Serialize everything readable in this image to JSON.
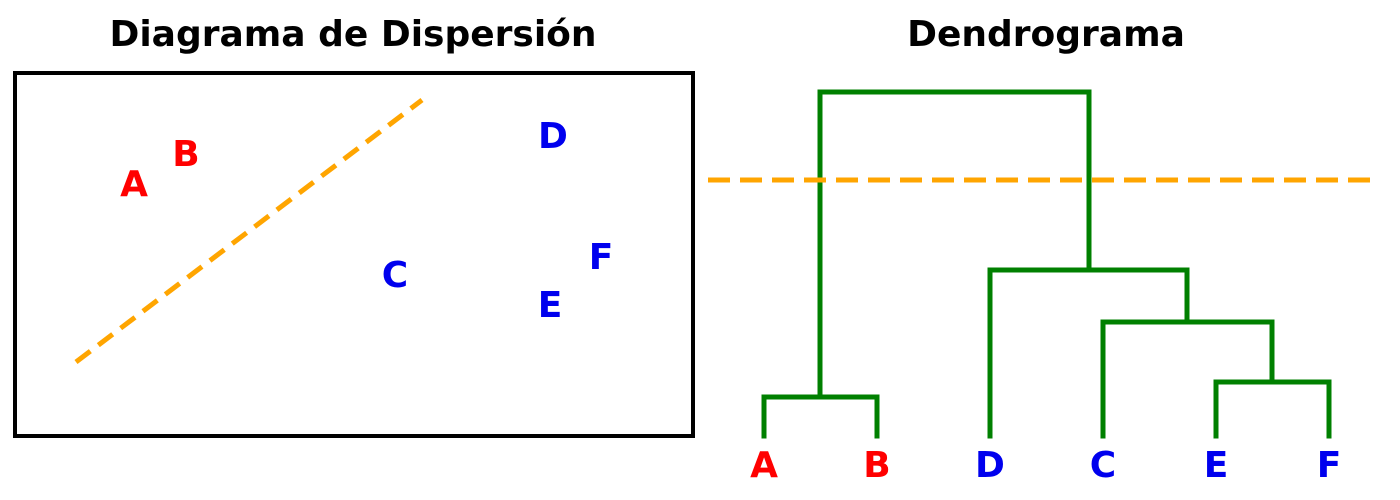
{
  "scatter": {
    "title": "Diagrama de Dispersión",
    "points": [
      {
        "label": "A",
        "color_key": "red"
      },
      {
        "label": "B",
        "color_key": "red"
      },
      {
        "label": "C",
        "color_key": "blue"
      },
      {
        "label": "D",
        "color_key": "blue"
      },
      {
        "label": "E",
        "color_key": "blue"
      },
      {
        "label": "F",
        "color_key": "blue"
      }
    ]
  },
  "dendrogram": {
    "title": "Dendrograma",
    "leaves": [
      {
        "label": "A",
        "color_key": "red"
      },
      {
        "label": "B",
        "color_key": "red"
      },
      {
        "label": "D",
        "color_key": "blue"
      },
      {
        "label": "C",
        "color_key": "blue"
      },
      {
        "label": "E",
        "color_key": "blue"
      },
      {
        "label": "F",
        "color_key": "blue"
      }
    ]
  },
  "colors": {
    "red": "#ff0000",
    "blue": "#0000ee",
    "tree": "#008000",
    "cut_line": "#ffa500",
    "frame": "#000000"
  }
}
